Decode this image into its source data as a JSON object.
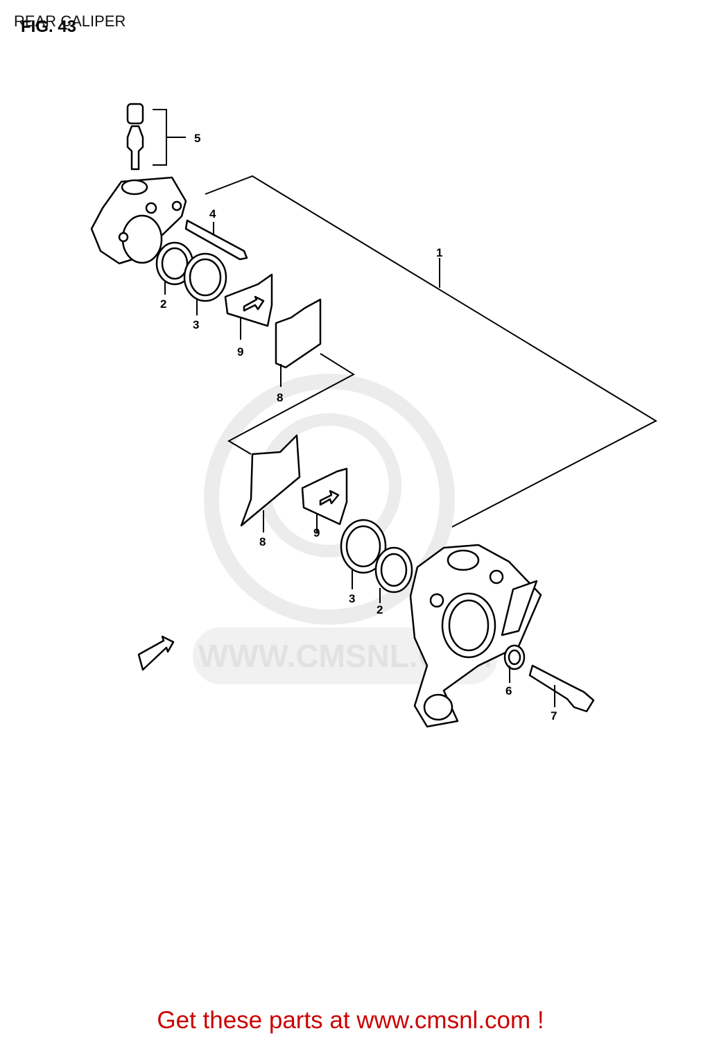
{
  "header": {
    "fig_label": "FIG. 43",
    "title": "REAR CALIPER"
  },
  "watermark": {
    "text": "WWW.CMSNL.COM"
  },
  "callouts": [
    {
      "id": "callout-1",
      "text": "1"
    },
    {
      "id": "callout-2-top",
      "text": "2"
    },
    {
      "id": "callout-3-top",
      "text": "3"
    },
    {
      "id": "callout-4",
      "text": "4"
    },
    {
      "id": "callout-5",
      "text": "5"
    },
    {
      "id": "callout-9-top",
      "text": "9"
    },
    {
      "id": "callout-8-top",
      "text": "8"
    },
    {
      "id": "callout-8-bottom",
      "text": "8"
    },
    {
      "id": "callout-9-bottom",
      "text": "9"
    },
    {
      "id": "callout-3-bottom",
      "text": "3"
    },
    {
      "id": "callout-2-bottom",
      "text": "2"
    },
    {
      "id": "callout-6",
      "text": "6"
    },
    {
      "id": "callout-7",
      "text": "7"
    }
  ],
  "footer": {
    "text": "Get these parts at www.cmsnl.com !"
  },
  "colors": {
    "footer": "#cc0000",
    "watermark": "#e2e2e2",
    "line": "#000000"
  }
}
